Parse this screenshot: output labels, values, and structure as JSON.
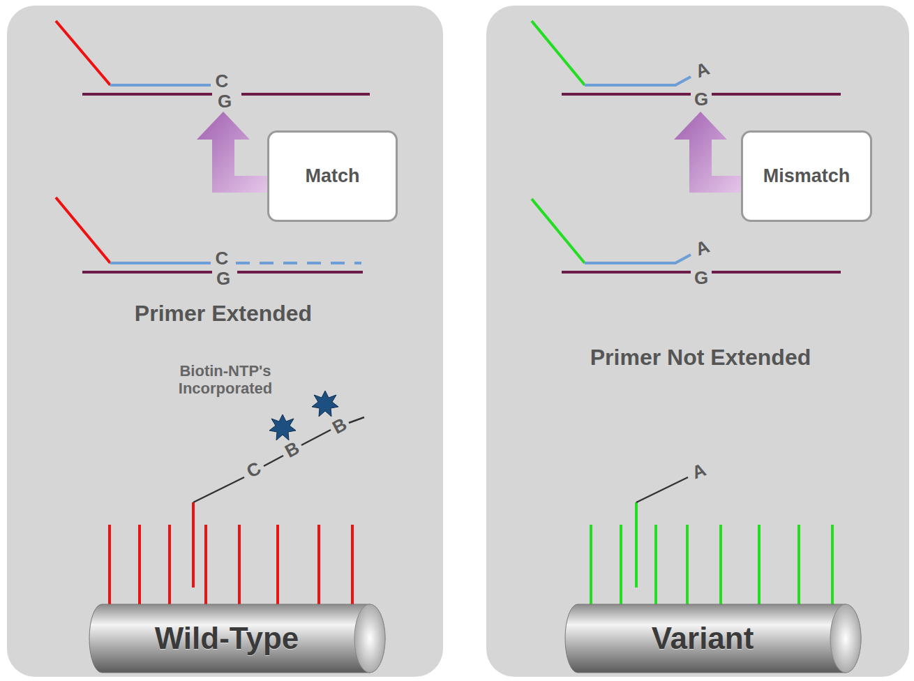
{
  "diagram": {
    "nodes": [
      {
        "text": [
          "Match"
        ]
      },
      {
        "text": [
          "Mismatch"
        ]
      },
      {
        "text": [
          "Wild-Type"
        ]
      },
      {
        "text": [
          "Variant"
        ]
      }
    ],
    "labels": [
      "C",
      "G",
      "C",
      "G",
      "Primer Extended",
      "Biotin-NTP's Incorporated",
      "C",
      "B",
      "B",
      "A",
      "G",
      "A",
      "G",
      "Primer Not Extended",
      "A"
    ]
  }
}
